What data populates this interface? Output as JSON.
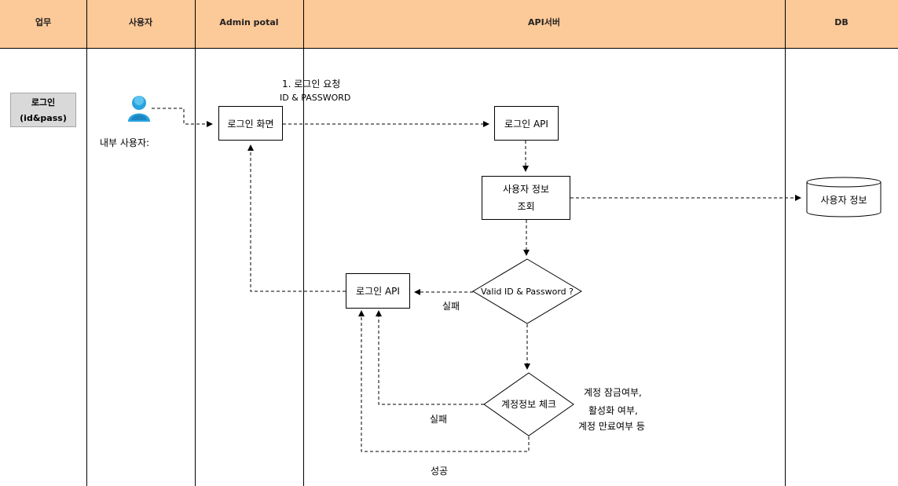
{
  "swimlanes": [
    "업무",
    "사용자",
    "Admin potal",
    "API서버",
    "DB"
  ],
  "task": {
    "line1": "로그인",
    "line2": "(id&pass)"
  },
  "actor": {
    "label": "내부 사용자:"
  },
  "nodes": {
    "login_screen": "로그인 화면",
    "login_api_top": "로그인 API",
    "user_query_line1": "사용자 정보",
    "user_query_line2": "조회",
    "db_user_info": "사용자 정보",
    "login_api_mid": "로그인 API",
    "valid_decision": "Valid ID & Password ?",
    "account_check": "계정정보  체크"
  },
  "edge_labels": {
    "login_request_line1": "1. 로그인 요청",
    "login_request_line2": "ID & PASSWORD",
    "fail_1": "실패",
    "fail_2": "실패",
    "success": "성공"
  },
  "notes": {
    "account_line1": "계정 잠금여부,",
    "account_line2": "활성화 여부,",
    "account_line3": "계정 만료여부 등"
  },
  "colors": {
    "header_bg": "#fcc998",
    "task_bg": "#d9d9d9",
    "actor_blue": "#29a3e0"
  }
}
